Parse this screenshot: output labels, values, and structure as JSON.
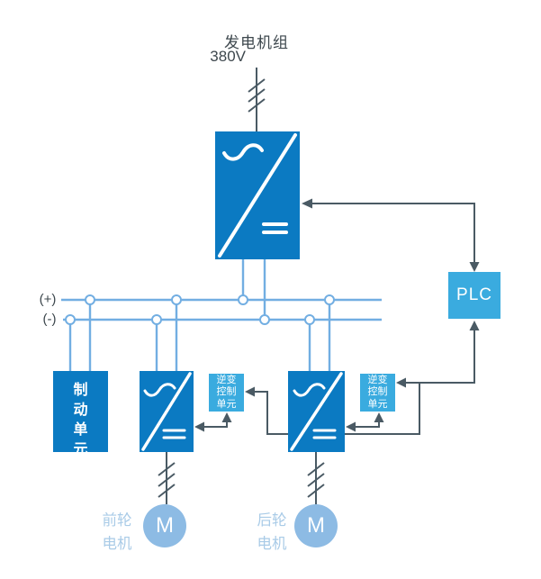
{
  "colors": {
    "primary": "#0b7ac2",
    "secondary": "#3aabdf",
    "bus": "#72aee2",
    "wire": "#4a5a64",
    "motor_fill": "#8dbbe4",
    "motor_label": "#a9cbe7",
    "text_dark": "#3d474d"
  },
  "generator": {
    "label": "发电机组",
    "voltage": "380V"
  },
  "dc_bus": {
    "positive": "(+)",
    "negative": "(-)"
  },
  "plc": {
    "label": "PLC"
  },
  "brake_unit": {
    "label": "制动单元"
  },
  "inverter_controls": {
    "front": {
      "label": "逆变控制单元"
    },
    "rear": {
      "label": "逆变控制单元"
    }
  },
  "motors": {
    "front": {
      "symbol": "M",
      "label": "前轮电机"
    },
    "rear": {
      "symbol": "M",
      "label": "后轮电机"
    }
  }
}
